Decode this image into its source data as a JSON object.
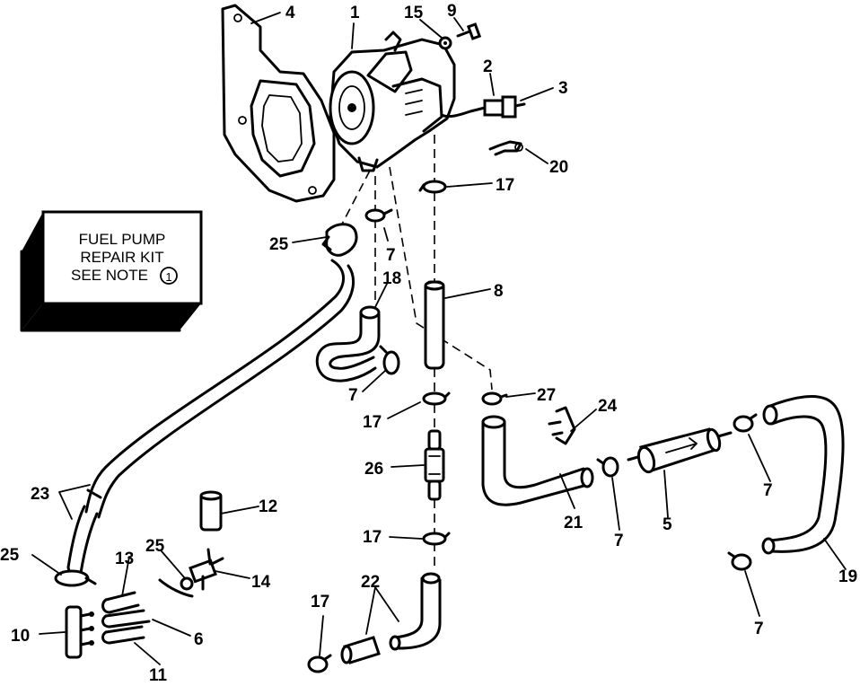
{
  "kit_box": {
    "line1": "FUEL PUMP",
    "line2": "REPAIR KIT",
    "line3": "SEE NOTE",
    "note_number": "1"
  },
  "callouts": {
    "c1": "1",
    "c2": "2",
    "c3": "3",
    "c4": "4",
    "c5": "5",
    "c6": "6",
    "c7a": "7",
    "c7b": "7",
    "c7c": "7",
    "c7d": "7",
    "c7e": "7",
    "c8": "8",
    "c9": "9",
    "c10": "10",
    "c11": "11",
    "c12": "12",
    "c13": "13",
    "c14": "14",
    "c15": "15",
    "c17a": "17",
    "c17b": "17",
    "c17c": "17",
    "c17d": "17",
    "c18": "18",
    "c19": "19",
    "c20": "20",
    "c21": "21",
    "c22": "22",
    "c23": "23",
    "c24": "24",
    "c25a": "25",
    "c25b": "25",
    "c25c": "25",
    "c26": "26",
    "c27": "27"
  }
}
